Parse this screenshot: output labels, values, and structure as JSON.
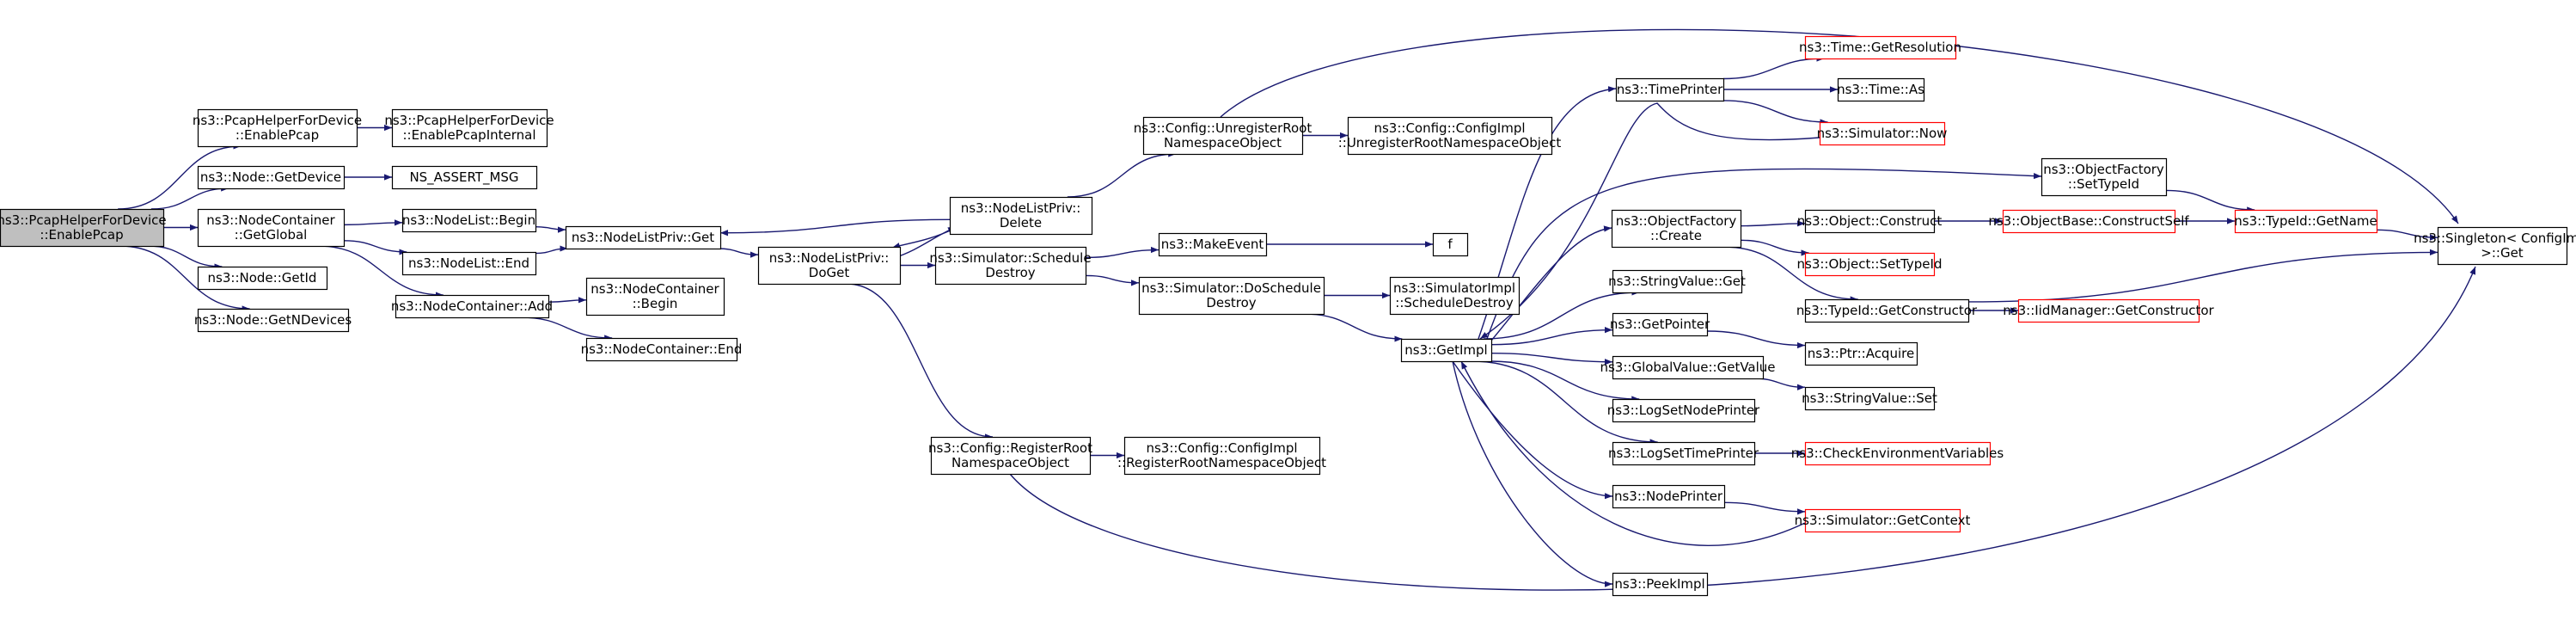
{
  "nodes": [
    {
      "id": "root",
      "lines": [
        "ns3::PcapHelperForDevice",
        "::EnablePcap"
      ],
      "style": "root"
    },
    {
      "id": "pcapEnable",
      "lines": [
        "ns3::PcapHelperForDevice",
        "::EnablePcap"
      ],
      "style": "normal"
    },
    {
      "id": "pcapInternal",
      "lines": [
        "ns3::PcapHelperForDevice",
        "::EnablePcapInternal"
      ],
      "style": "normal"
    },
    {
      "id": "getDevice",
      "lines": [
        "ns3::Node::GetDevice"
      ],
      "style": "normal"
    },
    {
      "id": "nsAssert",
      "lines": [
        "NS_ASSERT_MSG"
      ],
      "style": "normal"
    },
    {
      "id": "getGlobal",
      "lines": [
        "ns3::NodeContainer",
        "::GetGlobal"
      ],
      "style": "normal"
    },
    {
      "id": "getId",
      "lines": [
        "ns3::Node::GetId"
      ],
      "style": "normal"
    },
    {
      "id": "getNDevices",
      "lines": [
        "ns3::Node::GetNDevices"
      ],
      "style": "normal"
    },
    {
      "id": "nlBegin",
      "lines": [
        "ns3::NodeList::Begin"
      ],
      "style": "normal"
    },
    {
      "id": "nlEnd",
      "lines": [
        "ns3::NodeList::End"
      ],
      "style": "normal"
    },
    {
      "id": "ncAdd",
      "lines": [
        "ns3::NodeContainer::Add"
      ],
      "style": "normal"
    },
    {
      "id": "ncBegin",
      "lines": [
        "ns3::NodeContainer",
        "::Begin"
      ],
      "style": "normal"
    },
    {
      "id": "ncEnd",
      "lines": [
        "ns3::NodeContainer::End"
      ],
      "style": "normal"
    },
    {
      "id": "nlpGet",
      "lines": [
        "ns3::NodeListPriv::Get"
      ],
      "style": "normal"
    },
    {
      "id": "nlpDoGet",
      "lines": [
        "ns3::NodeListPriv::",
        "DoGet"
      ],
      "style": "normal"
    },
    {
      "id": "nlpDelete",
      "lines": [
        "ns3::NodeListPriv::",
        "Delete"
      ],
      "style": "normal"
    },
    {
      "id": "schedDestroy",
      "lines": [
        "ns3::Simulator::Schedule",
        "Destroy"
      ],
      "style": "normal"
    },
    {
      "id": "regRoot",
      "lines": [
        "ns3::Config::RegisterRoot",
        "NamespaceObject"
      ],
      "style": "normal"
    },
    {
      "id": "unregRoot",
      "lines": [
        "ns3::Config::UnregisterRoot",
        "NamespaceObject"
      ],
      "style": "normal"
    },
    {
      "id": "cfgUnreg",
      "lines": [
        "ns3::Config::ConfigImpl",
        "::UnregisterRootNamespaceObject"
      ],
      "style": "normal"
    },
    {
      "id": "cfgReg",
      "lines": [
        "ns3::Config::ConfigImpl",
        "::RegisterRootNamespaceObject"
      ],
      "style": "normal"
    },
    {
      "id": "makeEvent",
      "lines": [
        "ns3::MakeEvent"
      ],
      "style": "normal"
    },
    {
      "id": "f",
      "lines": [
        "f"
      ],
      "style": "normal"
    },
    {
      "id": "doSchedDestroy",
      "lines": [
        "ns3::Simulator::DoSchedule",
        "Destroy"
      ],
      "style": "normal"
    },
    {
      "id": "simImplSched",
      "lines": [
        "ns3::SimulatorImpl",
        "::ScheduleDestroy"
      ],
      "style": "normal"
    },
    {
      "id": "getImpl",
      "lines": [
        "ns3::GetImpl"
      ],
      "style": "normal"
    },
    {
      "id": "timePrinter",
      "lines": [
        "ns3::TimePrinter"
      ],
      "style": "normal"
    },
    {
      "id": "timeGetRes",
      "lines": [
        "ns3::Time::GetResolution"
      ],
      "style": "red"
    },
    {
      "id": "timeAs",
      "lines": [
        "ns3::Time::As"
      ],
      "style": "normal"
    },
    {
      "id": "simNow",
      "lines": [
        "ns3::Simulator::Now"
      ],
      "style": "red"
    },
    {
      "id": "ofCreate",
      "lines": [
        "ns3::ObjectFactory",
        "::Create"
      ],
      "style": "normal"
    },
    {
      "id": "objConstruct",
      "lines": [
        "ns3::Object::Construct"
      ],
      "style": "normal"
    },
    {
      "id": "objSetTypeId",
      "lines": [
        "ns3::Object::SetTypeId"
      ],
      "style": "red"
    },
    {
      "id": "ofSetTypeId",
      "lines": [
        "ns3::ObjectFactory",
        "::SetTypeId"
      ],
      "style": "normal"
    },
    {
      "id": "objBaseConstruct",
      "lines": [
        "ns3::ObjectBase::ConstructSelf"
      ],
      "style": "red"
    },
    {
      "id": "typeIdGetName",
      "lines": [
        "ns3::TypeId::GetName"
      ],
      "style": "red"
    },
    {
      "id": "singletonGet",
      "lines": [
        "ns3::Singleton< ConfigImpl",
        "  >::Get"
      ],
      "style": "normal"
    },
    {
      "id": "typeIdGetCtor",
      "lines": [
        "ns3::TypeId::GetConstructor"
      ],
      "style": "normal"
    },
    {
      "id": "iidGetCtor",
      "lines": [
        "ns3::IidManager::GetConstructor"
      ],
      "style": "red"
    },
    {
      "id": "strValGet",
      "lines": [
        "ns3::StringValue::Get"
      ],
      "style": "normal"
    },
    {
      "id": "getPointer",
      "lines": [
        "ns3::GetPointer"
      ],
      "style": "normal"
    },
    {
      "id": "ptrAcquire",
      "lines": [
        "ns3::Ptr::Acquire"
      ],
      "style": "normal"
    },
    {
      "id": "gvGetValue",
      "lines": [
        "ns3::GlobalValue::GetValue"
      ],
      "style": "normal"
    },
    {
      "id": "strValSet",
      "lines": [
        "ns3::StringValue::Set"
      ],
      "style": "normal"
    },
    {
      "id": "logSetNode",
      "lines": [
        "ns3::LogSetNodePrinter"
      ],
      "style": "normal"
    },
    {
      "id": "logSetTime",
      "lines": [
        "ns3::LogSetTimePrinter"
      ],
      "style": "normal"
    },
    {
      "id": "checkEnv",
      "lines": [
        "ns3::CheckEnvironmentVariables"
      ],
      "style": "red"
    },
    {
      "id": "nodePrinter",
      "lines": [
        "ns3::NodePrinter"
      ],
      "style": "normal"
    },
    {
      "id": "simGetContext",
      "lines": [
        "ns3::Simulator::GetContext"
      ],
      "style": "red"
    },
    {
      "id": "peekImpl",
      "lines": [
        "ns3::PeekImpl"
      ],
      "style": "normal"
    }
  ],
  "edges": [
    [
      "root",
      "pcapEnable"
    ],
    [
      "root",
      "getDevice"
    ],
    [
      "root",
      "getGlobal"
    ],
    [
      "root",
      "getId"
    ],
    [
      "root",
      "getNDevices"
    ],
    [
      "pcapEnable",
      "pcapInternal"
    ],
    [
      "getDevice",
      "nsAssert"
    ],
    [
      "getGlobal",
      "nlBegin"
    ],
    [
      "getGlobal",
      "nlEnd"
    ],
    [
      "getGlobal",
      "ncAdd"
    ],
    [
      "nlBegin",
      "nlpGet"
    ],
    [
      "nlEnd",
      "nlpGet"
    ],
    [
      "ncAdd",
      "ncBegin"
    ],
    [
      "ncAdd",
      "ncEnd"
    ],
    [
      "nlpGet",
      "nlpDoGet"
    ],
    [
      "nlpDoGet",
      "nlpDelete"
    ],
    [
      "nlpDelete",
      "nlpDoGet"
    ],
    [
      "nlpDelete",
      "nlpGet"
    ],
    [
      "nlpDoGet",
      "schedDestroy"
    ],
    [
      "nlpDoGet",
      "regRoot"
    ],
    [
      "nlpDelete",
      "unregRoot"
    ],
    [
      "unregRoot",
      "cfgUnreg"
    ],
    [
      "unregRoot",
      "singletonGet"
    ],
    [
      "regRoot",
      "cfgReg"
    ],
    [
      "regRoot",
      "singletonGet"
    ],
    [
      "schedDestroy",
      "makeEvent"
    ],
    [
      "schedDestroy",
      "doSchedDestroy"
    ],
    [
      "makeEvent",
      "f"
    ],
    [
      "doSchedDestroy",
      "simImplSched"
    ],
    [
      "doSchedDestroy",
      "getImpl"
    ],
    [
      "getImpl",
      "timePrinter"
    ],
    [
      "getImpl",
      "ofCreate"
    ],
    [
      "getImpl",
      "ofSetTypeId"
    ],
    [
      "getImpl",
      "strValGet"
    ],
    [
      "getImpl",
      "getPointer"
    ],
    [
      "getImpl",
      "gvGetValue"
    ],
    [
      "getImpl",
      "logSetNode"
    ],
    [
      "getImpl",
      "logSetTime"
    ],
    [
      "getImpl",
      "nodePrinter"
    ],
    [
      "getImpl",
      "peekImpl"
    ],
    [
      "timePrinter",
      "timeGetRes"
    ],
    [
      "timePrinter",
      "timeAs"
    ],
    [
      "timePrinter",
      "simNow"
    ],
    [
      "ofCreate",
      "objConstruct"
    ],
    [
      "ofCreate",
      "objSetTypeId"
    ],
    [
      "ofCreate",
      "typeIdGetCtor"
    ],
    [
      "objConstruct",
      "objBaseConstruct"
    ],
    [
      "objBaseConstruct",
      "typeIdGetName"
    ],
    [
      "ofSetTypeId",
      "typeIdGetName"
    ],
    [
      "typeIdGetName",
      "singletonGet"
    ],
    [
      "typeIdGetCtor",
      "iidGetCtor"
    ],
    [
      "typeIdGetCtor",
      "singletonGet"
    ],
    [
      "getPointer",
      "ptrAcquire"
    ],
    [
      "gvGetValue",
      "strValSet"
    ],
    [
      "logSetTime",
      "checkEnv"
    ],
    [
      "nodePrinter",
      "simGetContext"
    ],
    [
      "simNow",
      "getImpl"
    ],
    [
      "simGetContext",
      "getImpl"
    ]
  ],
  "colors": {
    "edge": "#191970",
    "node_border": "#000000",
    "node_fill": "#ffffff",
    "root_fill": "#bfbfbf",
    "red_border": "#ff0000"
  }
}
